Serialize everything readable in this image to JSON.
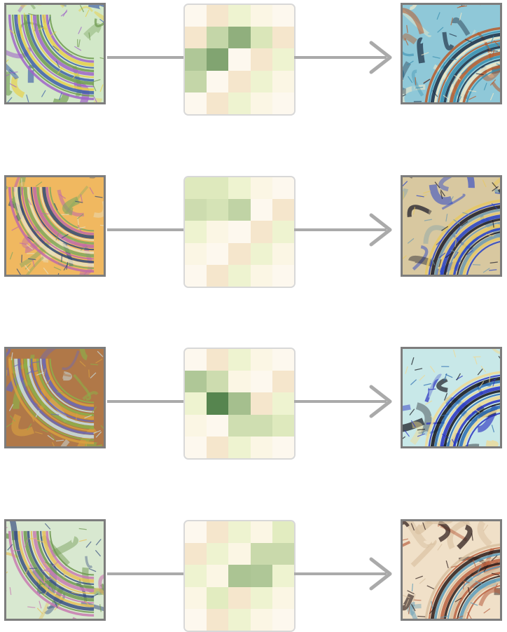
{
  "scale": {
    "low": "#fdf8ee",
    "high": "#4e7f48"
  },
  "rows": [
    {
      "input_palette": [
        "#6f9a4f",
        "#a064c8",
        "#e8d04a",
        "#3f5fa8",
        "#d2e8c8"
      ],
      "output_palette": [
        "#3a8fb0",
        "#b85a2a",
        "#f2e9c8",
        "#1f2f45",
        "#8fc8d8"
      ],
      "grid": [
        [
          0.08,
          0.15,
          0.02,
          0.04,
          0.02
        ],
        [
          0.12,
          0.3,
          0.55,
          0.2,
          0.15
        ],
        [
          0.4,
          0.62,
          0.1,
          0.06,
          0.09
        ],
        [
          0.3,
          0.05,
          0.04,
          0.04,
          0.09
        ],
        [
          0.1,
          0.08,
          0.02,
          0.06,
          0.09
        ]
      ]
    },
    {
      "input_palette": [
        "#7fa860",
        "#c06aa8",
        "#2f4a78",
        "#e8e0c0",
        "#f0b860"
      ],
      "output_palette": [
        "#2440c8",
        "#e8c860",
        "#6f9ab0",
        "#1a1a28",
        "#d8c8a0"
      ],
      "grid": [
        [
          0.18,
          0.18,
          0.14,
          0.02,
          0.06
        ],
        [
          0.26,
          0.22,
          0.32,
          0.1,
          0.04
        ],
        [
          0.02,
          0.04,
          0.12,
          0.14,
          0.08
        ],
        [
          0.04,
          0.02,
          0.04,
          0.08,
          0.1
        ],
        [
          0.04,
          0.02,
          0.02,
          0.08,
          0.08
        ]
      ]
    },
    {
      "input_palette": [
        "#8cb04a",
        "#d8a040",
        "#6a68b8",
        "#c8e0e8",
        "#b07848"
      ],
      "output_palette": [
        "#2830c0",
        "#f0d890",
        "#2a6ab0",
        "#101018",
        "#c8e8e8"
      ],
      "grid": [
        [
          0.1,
          0.08,
          0.06,
          0.04,
          0.08
        ],
        [
          0.4,
          0.26,
          0.02,
          0.04,
          0.06
        ],
        [
          0.14,
          0.82,
          0.45,
          0.12,
          0.06
        ],
        [
          0.08,
          0.04,
          0.25,
          0.25,
          0.18
        ],
        [
          0.05,
          0.08,
          0.07,
          0.04,
          0.1
        ]
      ]
    },
    {
      "input_palette": [
        "#6f9850",
        "#c87ab0",
        "#e8c058",
        "#3a5080",
        "#d8e8d0"
      ],
      "output_palette": [
        "#b86040",
        "#d8c0a0",
        "#5a9ab8",
        "#2a1a18",
        "#f0e0c8"
      ],
      "grid": [
        [
          0.08,
          0.02,
          0.02,
          0.04,
          0.16
        ],
        [
          0.08,
          0.06,
          0.06,
          0.28,
          0.28
        ],
        [
          0.1,
          0.12,
          0.42,
          0.4,
          0.04
        ],
        [
          0.06,
          0.16,
          0.12,
          0.06,
          0.06
        ],
        [
          0.08,
          0.08,
          0.06,
          0.04,
          0.02
        ]
      ]
    }
  ]
}
